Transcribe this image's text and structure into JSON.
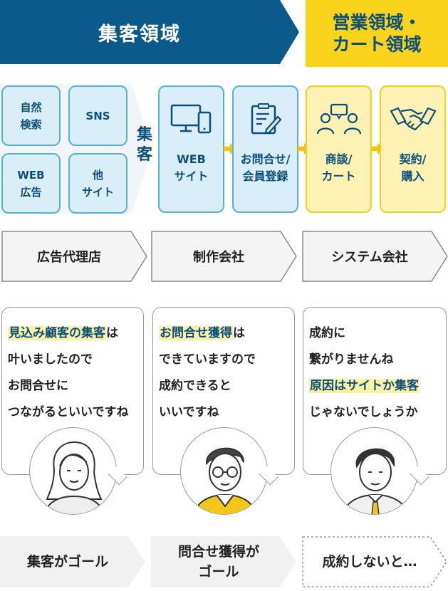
{
  "header": {
    "attract_area": "集客領域",
    "sales_area": "営業領域・\nカート領域"
  },
  "sources": [
    "自然\n検索",
    "SNS",
    "WEB\n広告",
    "他\nサイト"
  ],
  "attract_label": "集\n客",
  "flow_steps": [
    {
      "label": "WEB\nサイト",
      "icon": "devices-icon"
    },
    {
      "label": "お問合せ/\n会員登録",
      "icon": "form-icon"
    },
    {
      "label": "商談/\nカート",
      "icon": "meeting-icon"
    },
    {
      "label": "契約/\n購入",
      "icon": "handshake-icon"
    }
  ],
  "vendors": [
    "広告代理店",
    "制作会社",
    "システム会社"
  ],
  "bubbles": [
    {
      "lines": [
        [
          "見込み顧客の集客",
          "は"
        ],
        [
          "叶いましたので",
          ""
        ],
        [
          "お問合せに",
          ""
        ],
        [
          "つながるといいですね",
          ""
        ]
      ],
      "highlight_line": 0
    },
    {
      "lines": [
        [
          "お問合せ獲得",
          "は"
        ],
        [
          "できていますので",
          ""
        ],
        [
          "成約できると",
          ""
        ],
        [
          "いいですね",
          ""
        ]
      ],
      "highlight_line": 0
    },
    {
      "lines": [
        [
          "成約に",
          ""
        ],
        [
          "繋がりませんね",
          ""
        ],
        [
          "原因はサイトか集客",
          ""
        ],
        [
          "じゃないでしょうか",
          ""
        ]
      ],
      "highlight_line": 2
    }
  ],
  "goals": [
    "集客がゴール",
    "問合せ獲得が\nゴール",
    "成約しないと…"
  ],
  "colors": {
    "brand_blue": "#0b5a8c",
    "accent_yellow": "#fad31d",
    "box_blue_fill": "#d9eef8",
    "box_blue_border": "#52b3d8",
    "box_yellow_fill": "#fdf2b4",
    "highlight": "#fdf2a6"
  }
}
